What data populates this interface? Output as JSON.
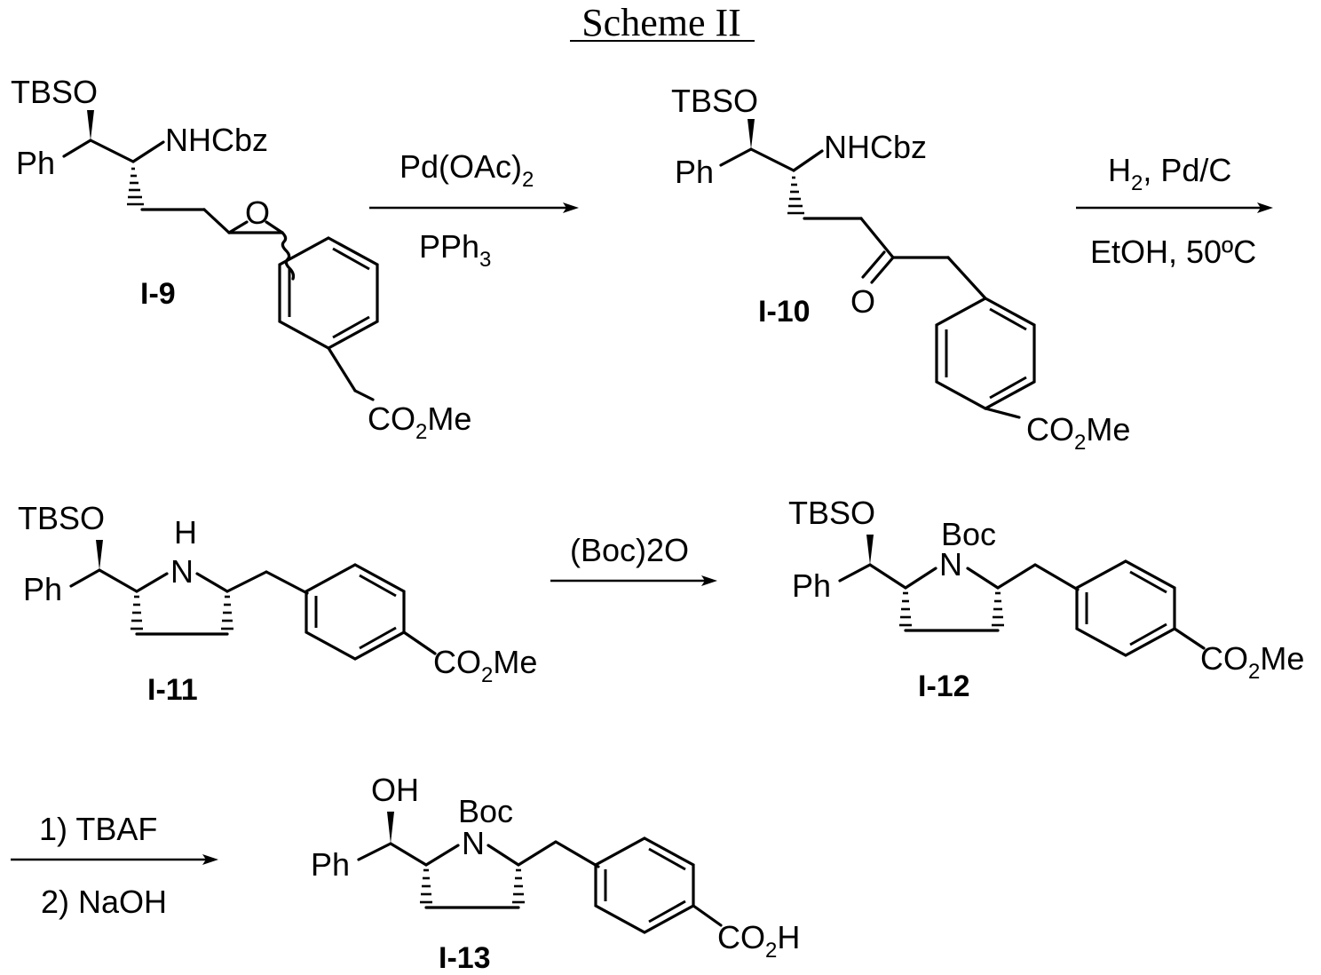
{
  "title": "Scheme II",
  "compounds": {
    "c9": {
      "id": "I-9",
      "labels": {
        "tbso": "TBSO",
        "ph": "Ph",
        "nhcbz": "NHCbz",
        "o": "O",
        "ester": "CO",
        "ester_sub": "2",
        "ester_tail": "Me"
      }
    },
    "c10": {
      "id": "I-10",
      "labels": {
        "tbso": "TBSO",
        "ph": "Ph",
        "nhcbz": "NHCbz",
        "o": "O",
        "ester": "CO",
        "ester_sub": "2",
        "ester_tail": "Me"
      }
    },
    "c11": {
      "id": "I-11",
      "labels": {
        "tbso": "TBSO",
        "ph": "Ph",
        "h": "H",
        "n": "N",
        "ester": "CO",
        "ester_sub": "2",
        "ester_tail": "Me"
      }
    },
    "c12": {
      "id": "I-12",
      "labels": {
        "tbso": "TBSO",
        "ph": "Ph",
        "boc": "Boc",
        "n": "N",
        "ester": "CO",
        "ester_sub": "2",
        "ester_tail": "Me"
      }
    },
    "c13": {
      "id": "I-13",
      "labels": {
        "oh": "OH",
        "ph": "Ph",
        "boc": "Boc",
        "n": "N",
        "acid": "CO",
        "acid_sub": "2",
        "acid_tail": "H"
      }
    }
  },
  "reactions": [
    {
      "above": "Pd(OAc)",
      "above_sub": "2",
      "below": "PPh",
      "below_sub": "3"
    },
    {
      "above": "H",
      "above_sub": "2",
      "above_tail": ", Pd/C",
      "below": "EtOH, 50ºC"
    },
    {
      "above": "(Boc)2O",
      "below": ""
    },
    {
      "above": "1) TBAF",
      "below": "2) NaOH"
    }
  ]
}
